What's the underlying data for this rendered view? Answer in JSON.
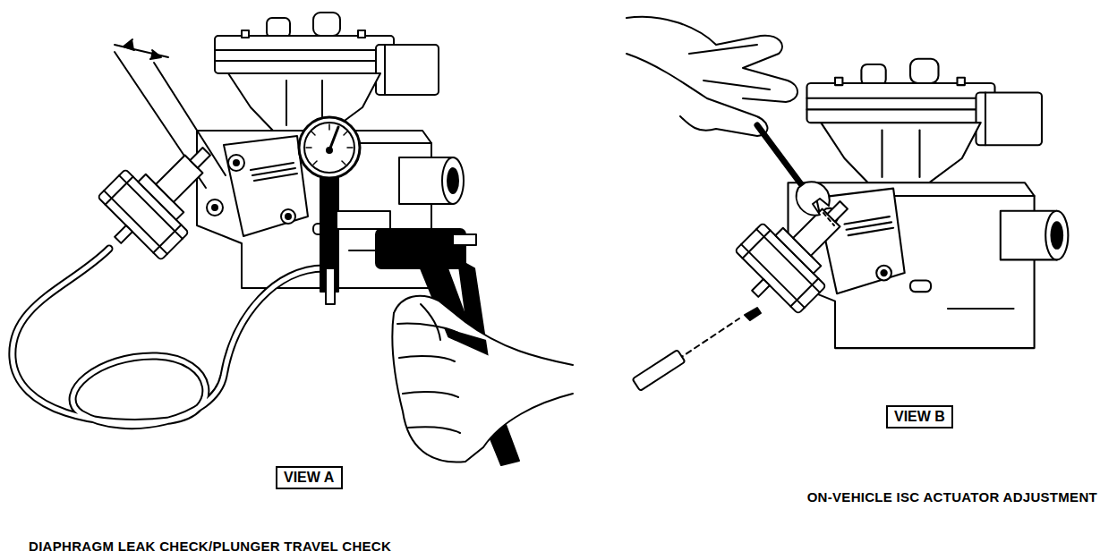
{
  "diagram": {
    "nodes": [
      {
        "text": [
          "VIEW A"
        ]
      },
      {
        "text": [
          "VIEW B"
        ]
      }
    ],
    "labels": [
      "DIAPHRAGM LEAK CHECK/PLUNGER TRAVEL CHECK",
      "ON-VEHICLE ISC ACTUATOR ADJUSTMENT"
    ]
  }
}
